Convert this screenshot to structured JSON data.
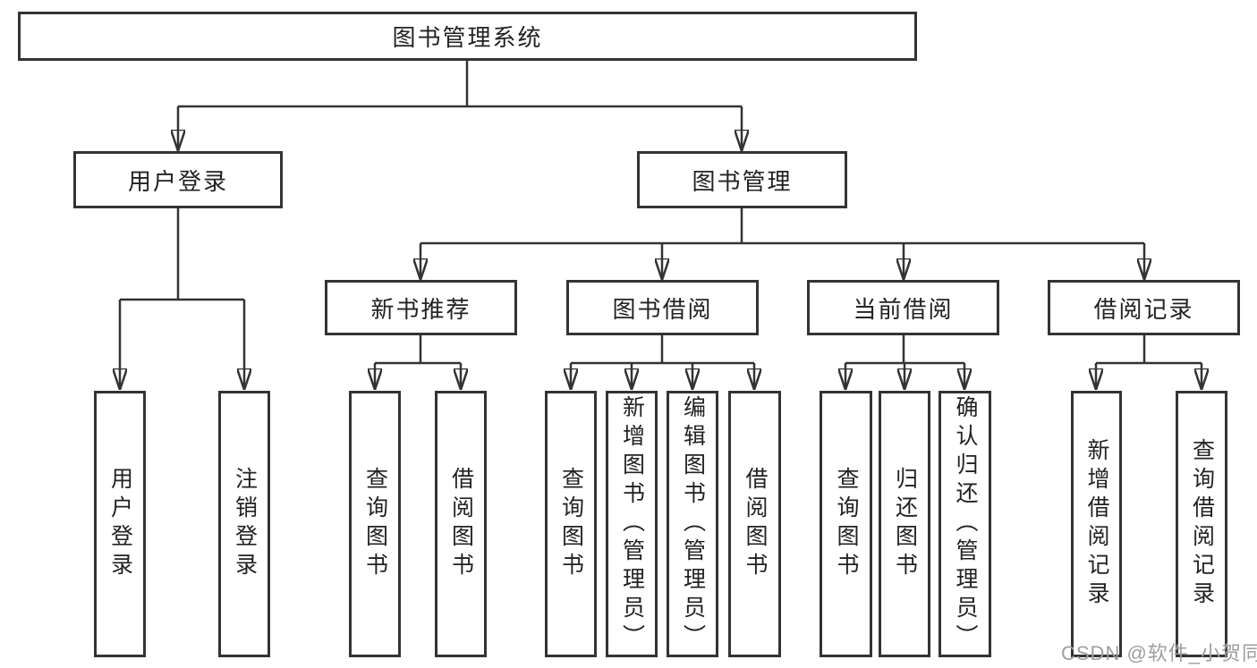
{
  "tree": {
    "root": {
      "label": "图书管理系统"
    },
    "branches": [
      {
        "label": "用户登录",
        "children": [
          {
            "label": "用户登录"
          },
          {
            "label": "注销登录"
          }
        ]
      },
      {
        "label": "图书管理",
        "sections": [
          {
            "label": "新书推荐",
            "children": [
              {
                "label": "查询图书"
              },
              {
                "label": "借阅图书"
              }
            ]
          },
          {
            "label": "图书借阅",
            "children": [
              {
                "label": "查询图书"
              },
              {
                "label": "新增图书（管理员）"
              },
              {
                "label": "编辑图书（管理员）"
              },
              {
                "label": "借阅图书"
              }
            ]
          },
          {
            "label": "当前借阅",
            "children": [
              {
                "label": "查询图书"
              },
              {
                "label": "归还图书"
              },
              {
                "label": "确认归还（管理员）"
              }
            ]
          },
          {
            "label": "借阅记录",
            "children": [
              {
                "label": "新增借阅记录"
              },
              {
                "label": "查询借阅记录"
              }
            ]
          }
        ]
      }
    ]
  },
  "watermark": {
    "text": "CSDN @软件_小贺同学"
  },
  "colors": {
    "line": "#333333",
    "text": "#222222",
    "box_background": "#ffffff",
    "page_background": "#ffffff",
    "watermark": "#9e9e9e"
  }
}
